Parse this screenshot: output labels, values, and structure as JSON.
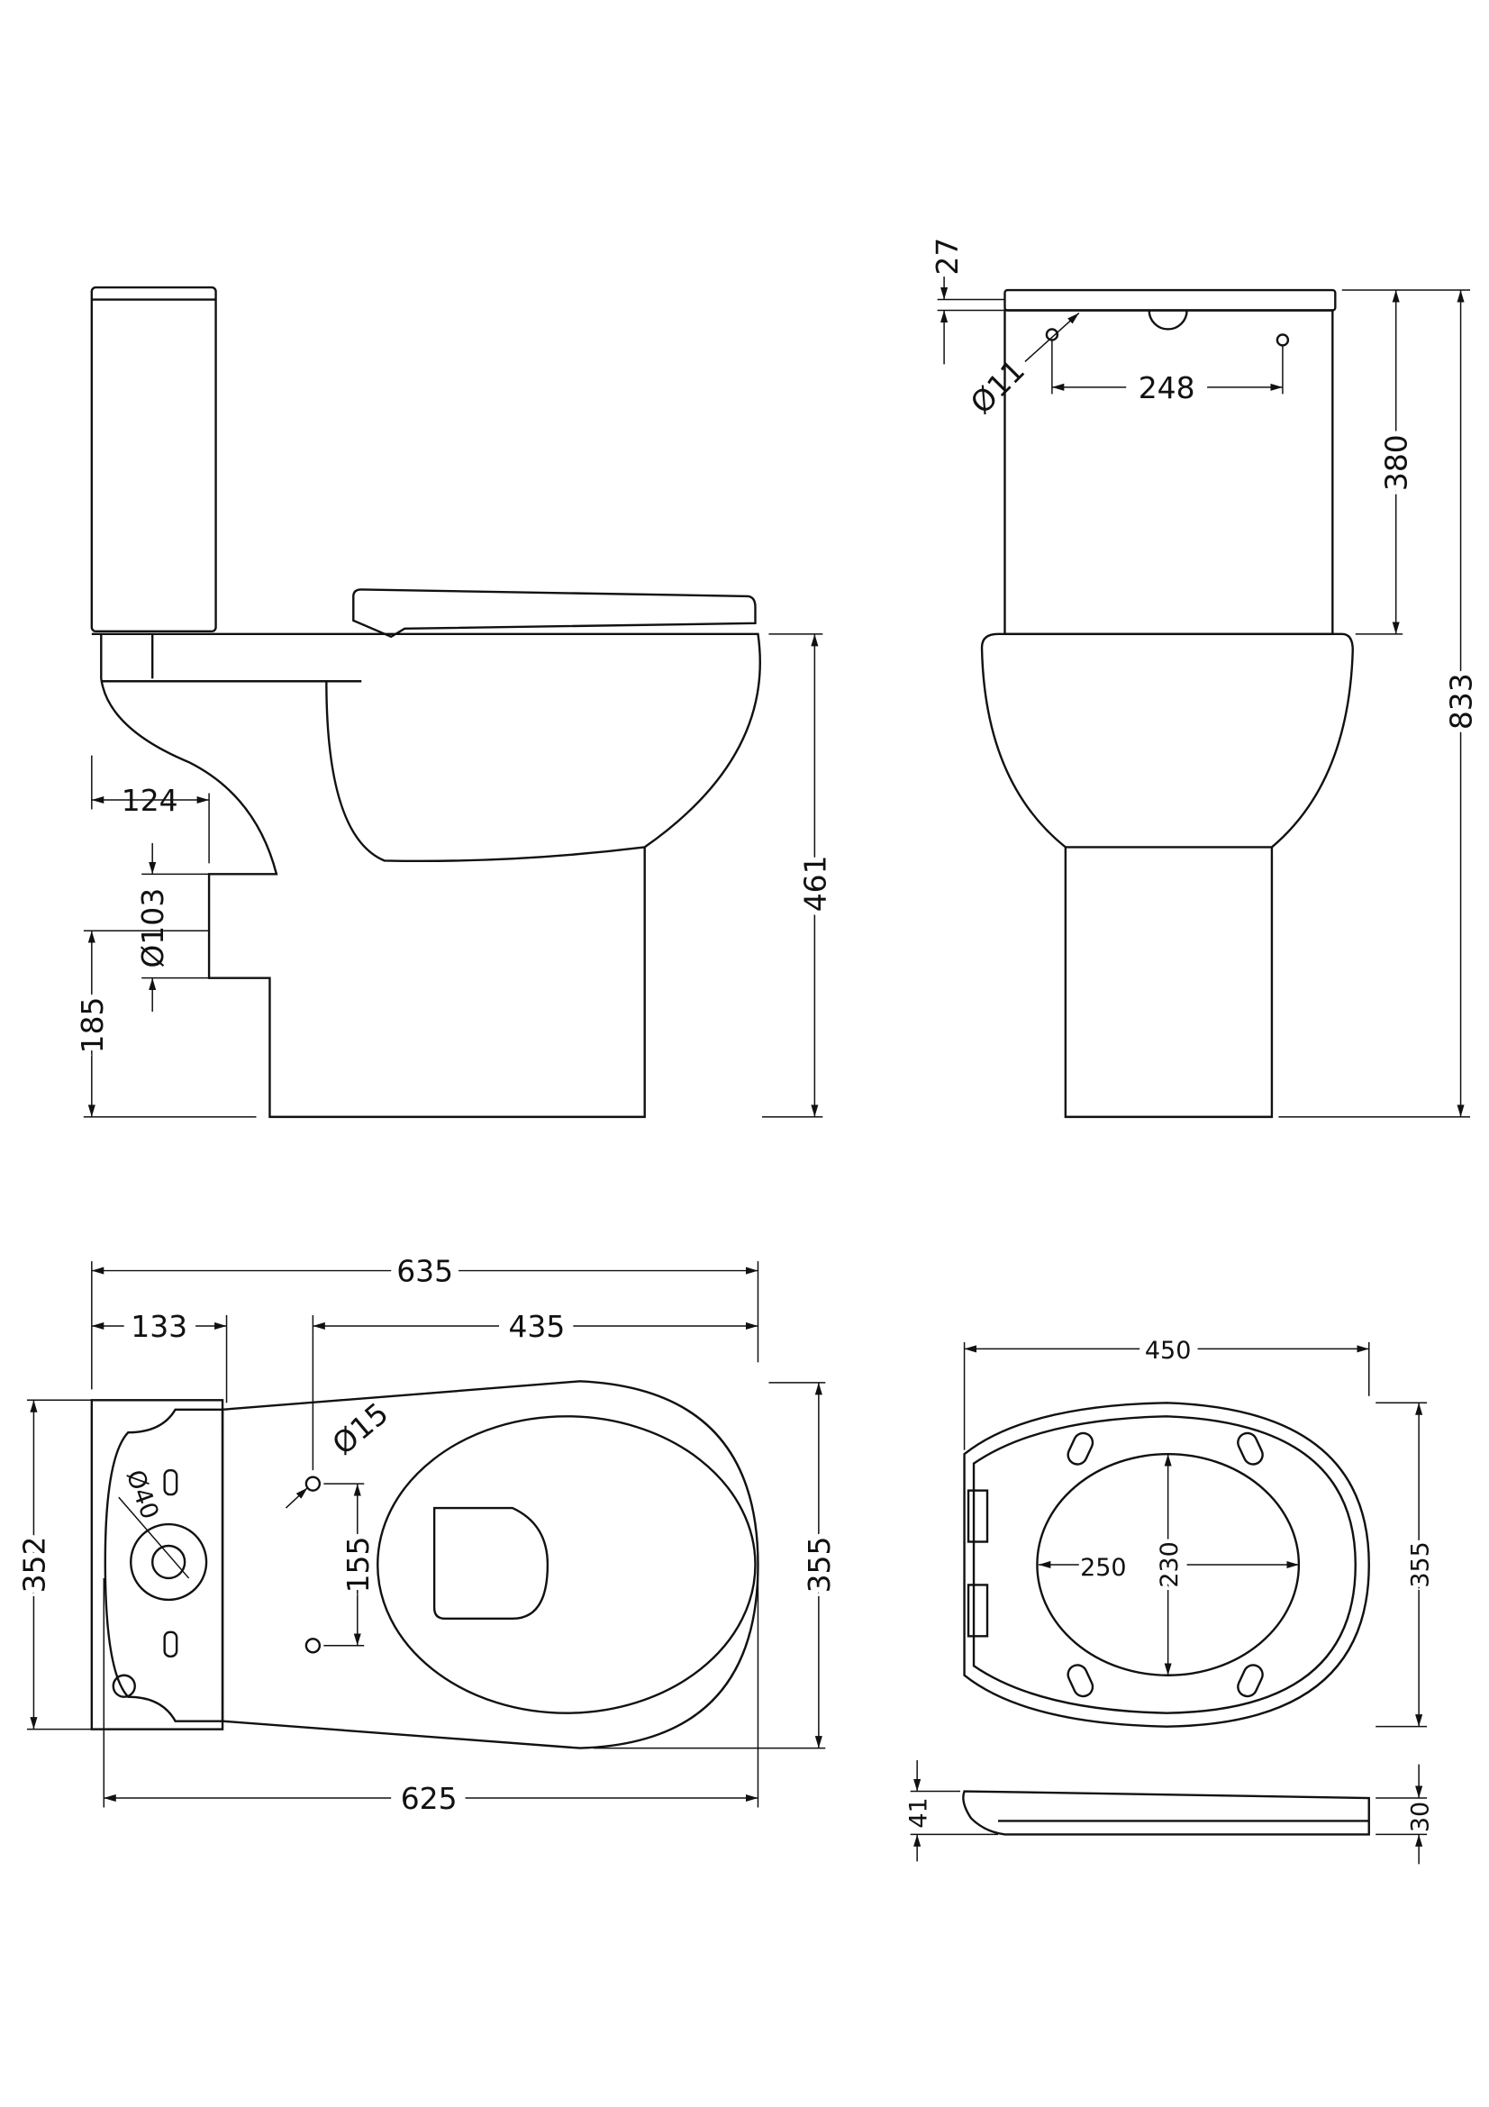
{
  "drawing": {
    "side_view": {
      "dims": {
        "outlet_offset": "124",
        "outlet_diameter": "Ø103",
        "outlet_height": "185",
        "pan_height": "461"
      }
    },
    "front_view": {
      "dims": {
        "lid_thickness": "27",
        "hole_diameter": "Ø11",
        "hole_spacing": "248",
        "cistern_height": "380",
        "overall_height": "833"
      }
    },
    "plan_view": {
      "dims": {
        "overall_length": "635",
        "cistern_depth": "133",
        "fixing_to_front": "435",
        "cistern_width": "352",
        "pan_width": "355",
        "fixing_diameter": "Ø15",
        "fixing_spacing": "155",
        "pan_length": "625",
        "inlet_diameter": "Ø40"
      }
    },
    "seat_view": {
      "dims": {
        "seat_length": "450",
        "seat_width": "355",
        "opening_width": "250",
        "opening_length": "230",
        "profile_height_back": "41",
        "profile_height_front": "30"
      }
    }
  }
}
